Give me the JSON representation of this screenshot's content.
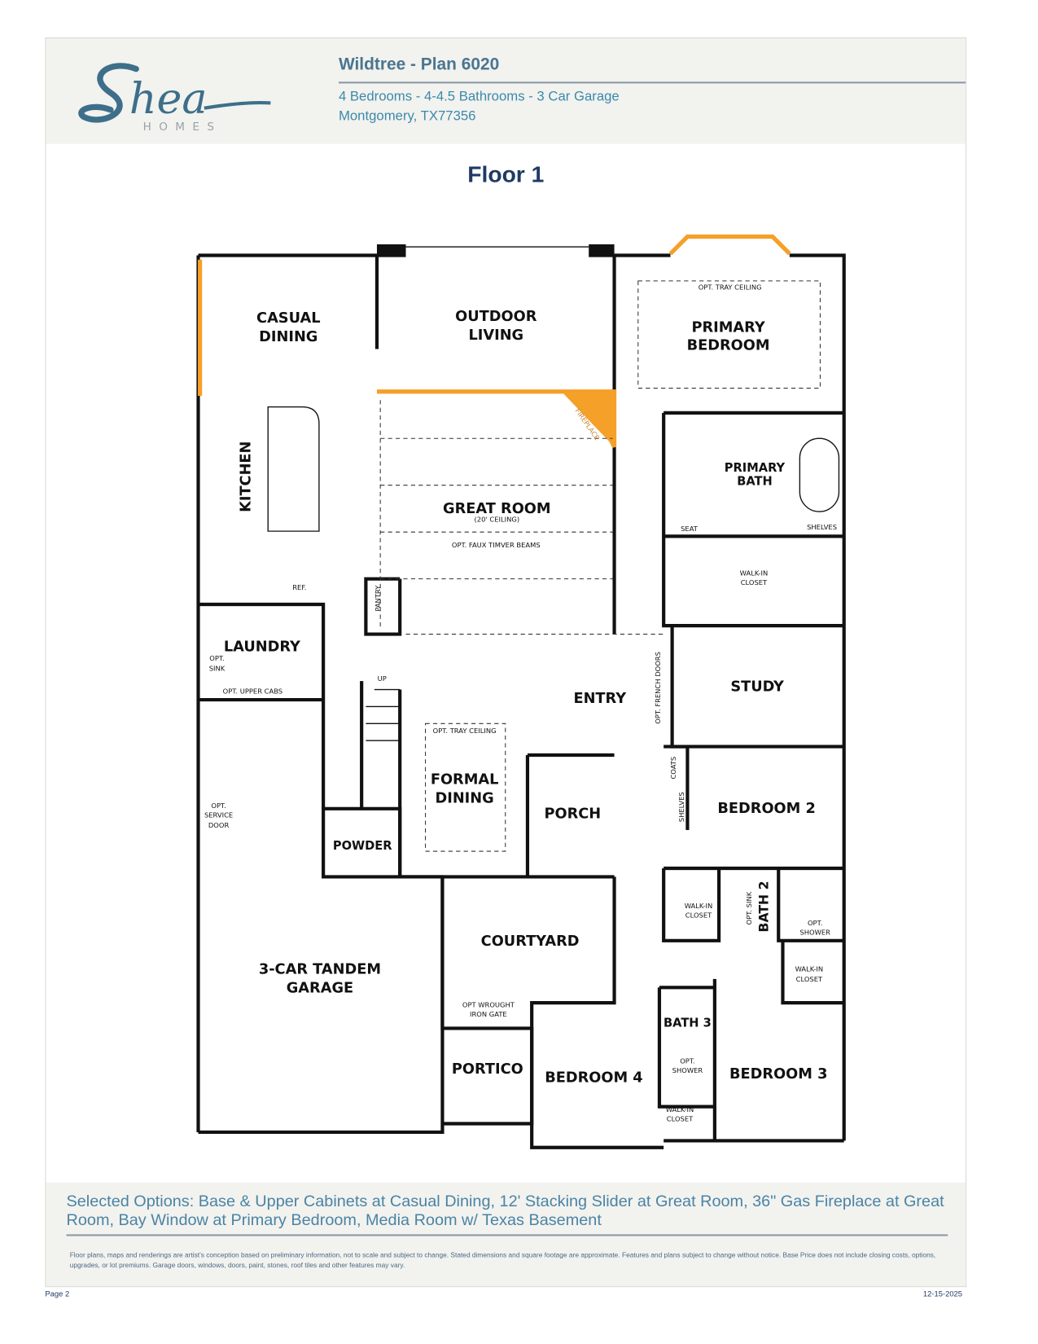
{
  "header": {
    "logo_text": "Shea",
    "logo_subtext": "HOMES",
    "title": "Wildtree - Plan 6020",
    "specs": "4 Bedrooms - 4-4.5 Bathrooms - 3 Car Garage",
    "location": "Montgomery, TX77356"
  },
  "floor_title": "Floor 1",
  "rooms": {
    "casual_dining": [
      "CASUAL",
      "DINING"
    ],
    "outdoor_living": [
      "OUTDOOR",
      "LIVING"
    ],
    "primary_bedroom": [
      "PRIMARY",
      "BEDROOM"
    ],
    "primary_tray": "OPT. TRAY CEILING",
    "kitchen": "KITCHEN",
    "primary_bath": [
      "PRIMARY",
      "BATH"
    ],
    "fireplace": "FIREPLACE",
    "great_room": "GREAT ROOM",
    "great_room_ceiling": "(20' CEILING)",
    "faux_beams": "OPT. FAUX TIMVER BEAMS",
    "seat": "SEAT",
    "shelves_primary": "SHELVES",
    "primary_closet": [
      "WALK-IN",
      "CLOSET"
    ],
    "ref": "REF.",
    "pantry": "PANTRY",
    "laundry": "LAUNDRY",
    "laundry_sink": [
      "OPT.",
      "SINK"
    ],
    "upper_cabs": "OPT. UPPER CABS",
    "up": "UP",
    "study": "STUDY",
    "entry": "ENTRY",
    "french_doors": "OPT. FRENCH DOORS",
    "coats": "COATS",
    "shelves_hall": "SHELVES",
    "dining_tray": "OPT. TRAY CEILING",
    "formal_dining": [
      "FORMAL",
      "DINING"
    ],
    "porch": "PORCH",
    "bedroom2": "BEDROOM 2",
    "service_door": [
      "OPT.",
      "SERVICE",
      "DOOR"
    ],
    "powder": "POWDER",
    "bed2_closet": [
      "WALK-IN",
      "CLOSET"
    ],
    "opt_sink": "OPT. SINK",
    "bath2": "BATH 2",
    "bath2_shower": [
      "OPT.",
      "SHOWER"
    ],
    "courtyard": "COURTYARD",
    "garage": [
      "3-CAR TANDEM",
      "GARAGE"
    ],
    "bed3_closet": [
      "WALK-IN",
      "CLOSET"
    ],
    "gate": [
      "OPT WROUGHT",
      "IRON GATE"
    ],
    "bath3": "BATH 3",
    "bath3_shower": [
      "OPT.",
      "SHOWER"
    ],
    "portico": "PORTICO",
    "bedroom4": "BEDROOM 4",
    "bedroom3": "BEDROOM 3",
    "bed4_closet": [
      "WALK-IN",
      "CLOSET"
    ]
  },
  "selected_options": "Selected Options: Base & Upper Cabinets at Casual Dining, 12' Stacking Slider at Great Room, 36\" Gas Fireplace at Great Room, Bay Window at Primary Bedroom, Media Room w/ Texas Basement",
  "disclaimer": "Floor plans, maps and renderings are artist's conception based on preliminary information, not to scale and subject to change. Stated dimensions and square footage are approximate. Features and plans subject to change without notice. Base Price does not include closing costs, options, upgrades, or lot premiums. Garage doors, windows, doors, paint, stones, roof tiles and other features may vary.",
  "footer": {
    "page": "Page 2",
    "date": "12-15-2025"
  },
  "colors": {
    "brand": "#4a7590",
    "accent_option": "#f5a028",
    "floor_title": "#1f3b63"
  }
}
